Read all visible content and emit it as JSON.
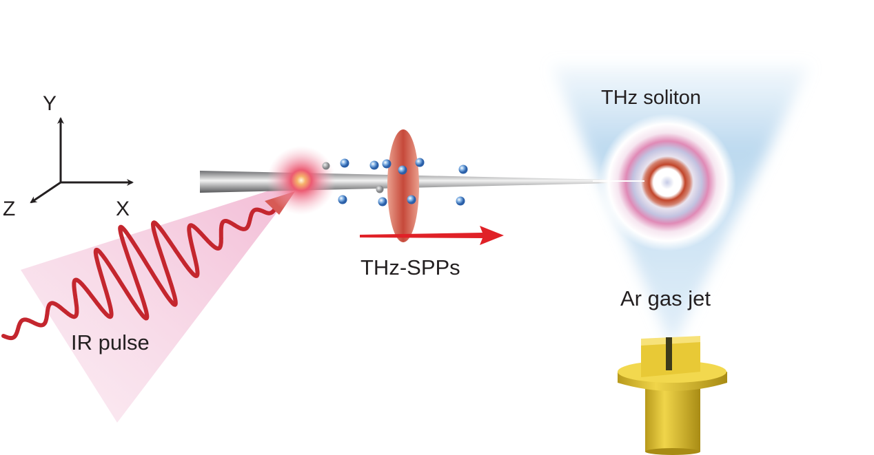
{
  "axes": {
    "y_label": "Y",
    "x_label": "X",
    "z_label": "Z"
  },
  "labels": {
    "ir_pulse": "IR pulse",
    "thz_spps": "THz-SPPs",
    "thz_soliton": "THz soliton",
    "ar_gas_jet": "Ar gas jet"
  },
  "colors": {
    "pulse_red": "#c4262e",
    "arrow_red": "#e02127",
    "cone_pink": "#f4c6dc",
    "cone_blue": "#bcd9ef",
    "nozzle_gold": "#d9b82a",
    "electron_blue": "#3f7cc4"
  }
}
